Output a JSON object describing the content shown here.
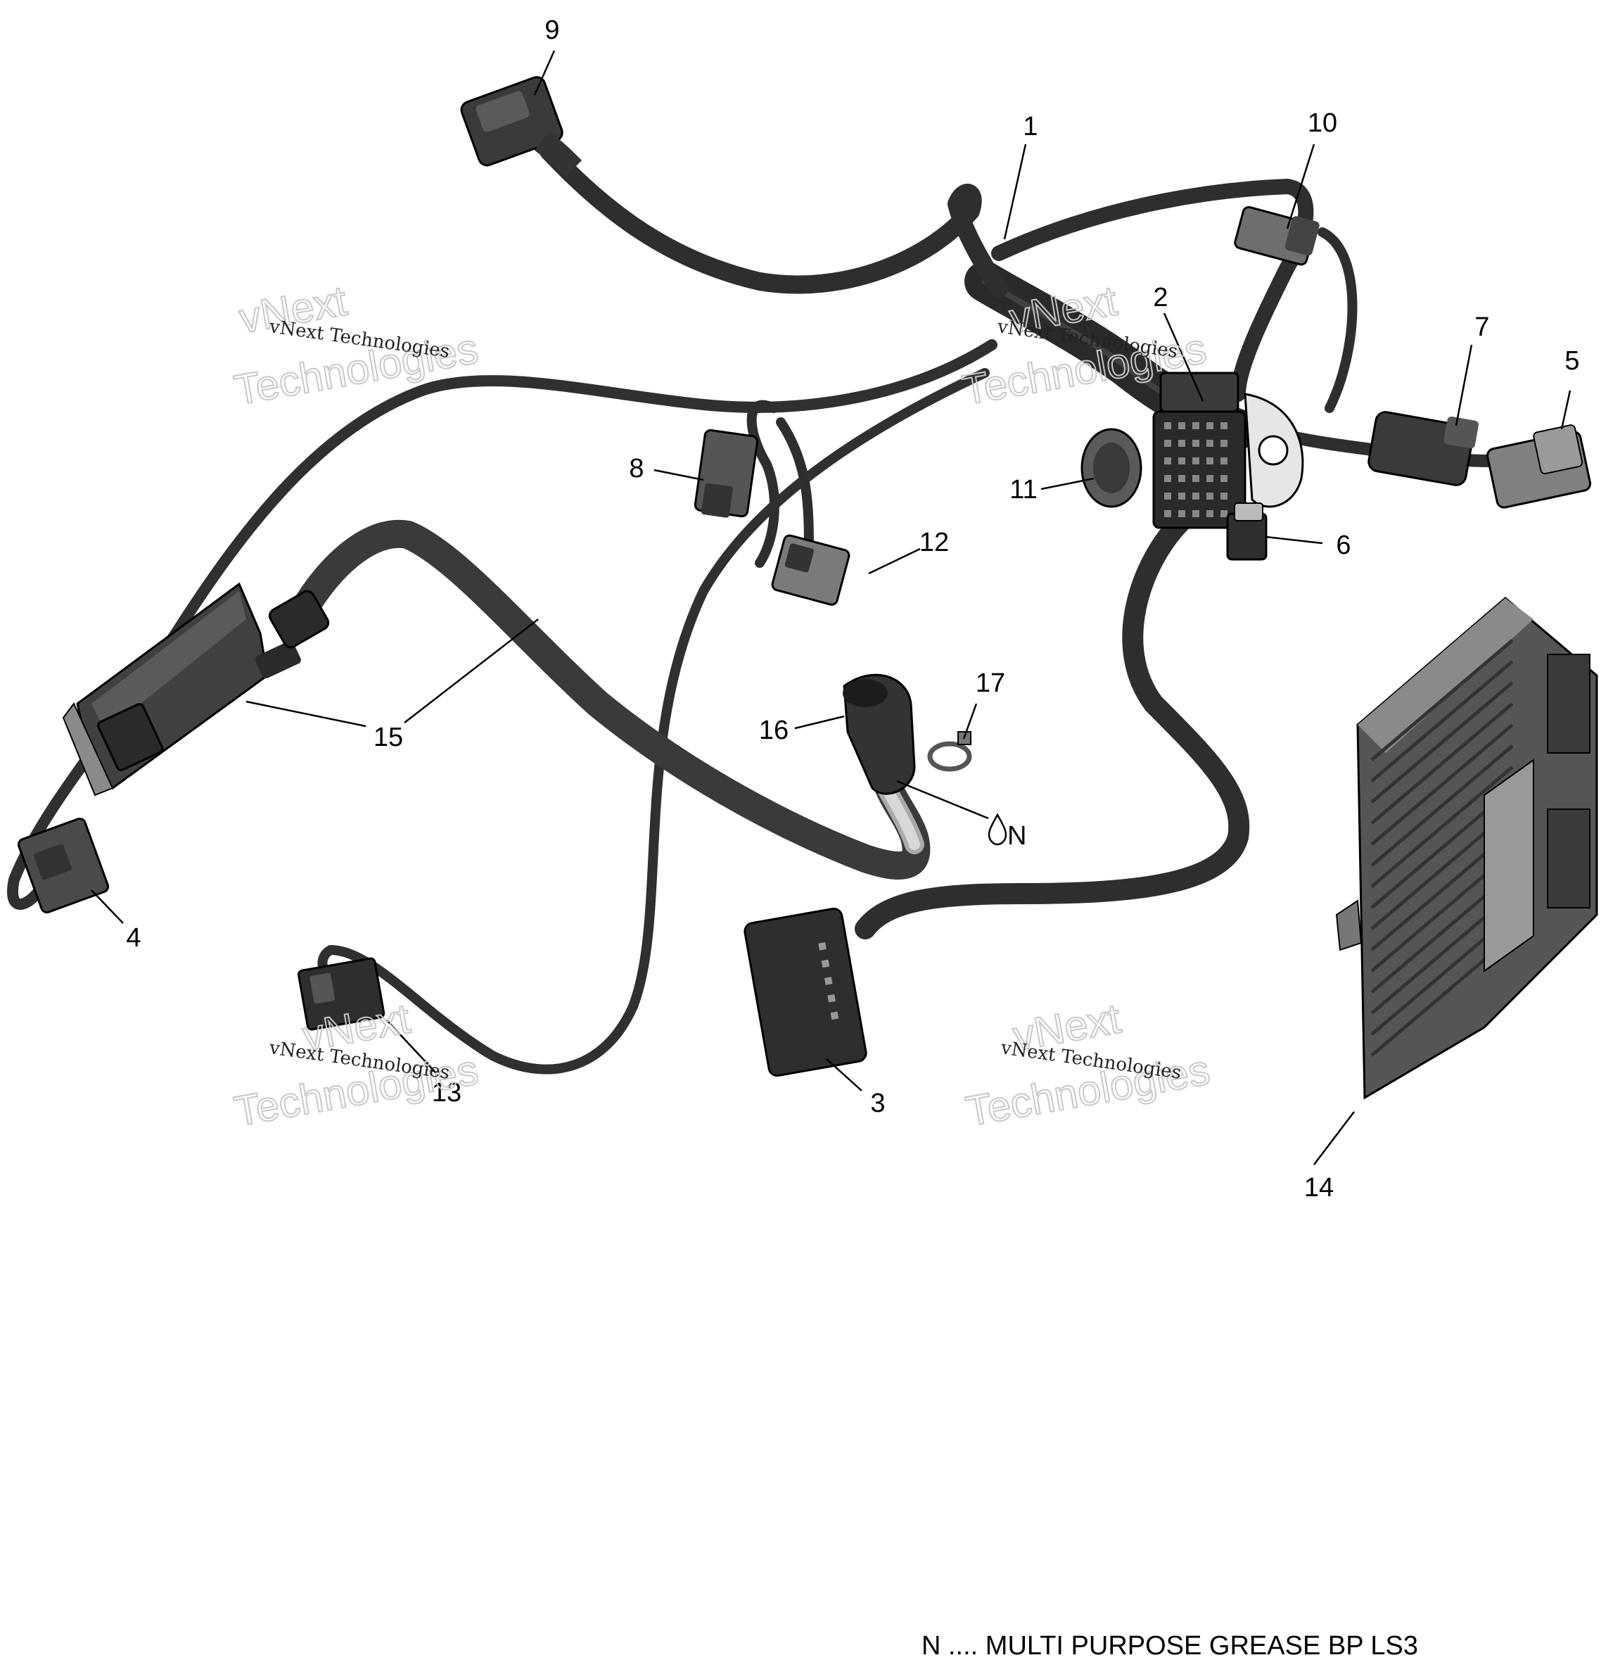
{
  "callouts": {
    "c1": "1",
    "c2": "2",
    "c3": "3",
    "c4": "4",
    "c5": "5",
    "c6": "6",
    "c7": "7",
    "c8": "8",
    "c9": "9",
    "c10": "10",
    "c11": "11",
    "c12": "12",
    "c13": "13",
    "c14": "14",
    "c15": "15",
    "c16": "16",
    "c17": "17",
    "grease": "N"
  },
  "watermarks": {
    "small": "vNext Technologies",
    "big_line1": "vNext",
    "big_line2": "Technologies"
  },
  "legend": {
    "text": "N .... MULTI PURPOSE GREASE BP LS3"
  },
  "icons": {
    "grease_symbol": "grease-drop-icon"
  }
}
